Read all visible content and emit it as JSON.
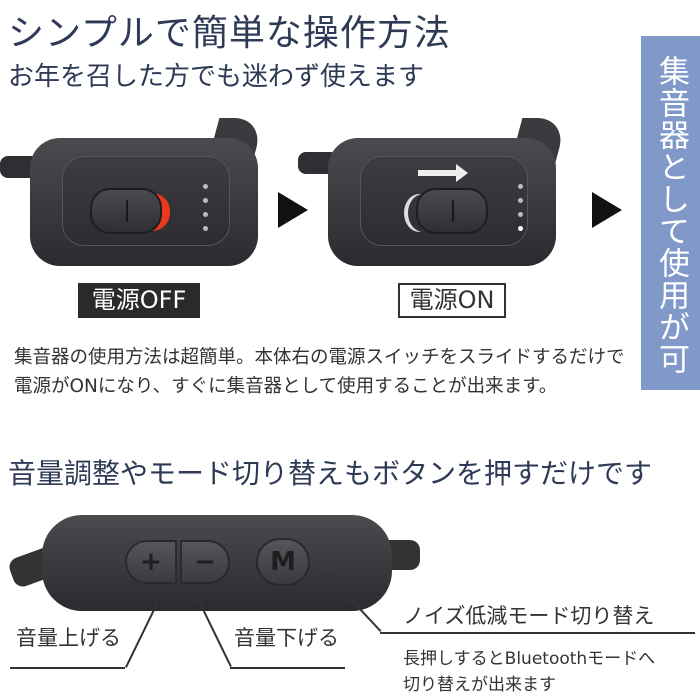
{
  "header": {
    "title": "シンプルで簡単な操作方法",
    "subtitle": "お年を召した方でも迷わず使えます"
  },
  "banner": {
    "text": "集音器として使用が可能",
    "color": "#8199c9"
  },
  "power": {
    "off_label": "電源OFF",
    "on_label": "電源ON",
    "off_indicator_color": "#e8391c"
  },
  "description": "集音器の使用方法は超簡単。本体右の電源スイッチをスライドするだけで電源がONになり、すぐに集音器として使用することが出来ます。",
  "buttons_section": {
    "heading": "音量調整やモード切り替えもボタンを押すだけです",
    "plus_glyph": "+",
    "minus_glyph": "−",
    "mode_glyph": "M",
    "volume_up": "音量上げる",
    "volume_down": "音量下げる",
    "noise_mode": "ノイズ低減モード切り替え",
    "noise_note_1": "長押しするとBluetoothモードへ",
    "noise_note_2": "切り替えが出来ます"
  }
}
